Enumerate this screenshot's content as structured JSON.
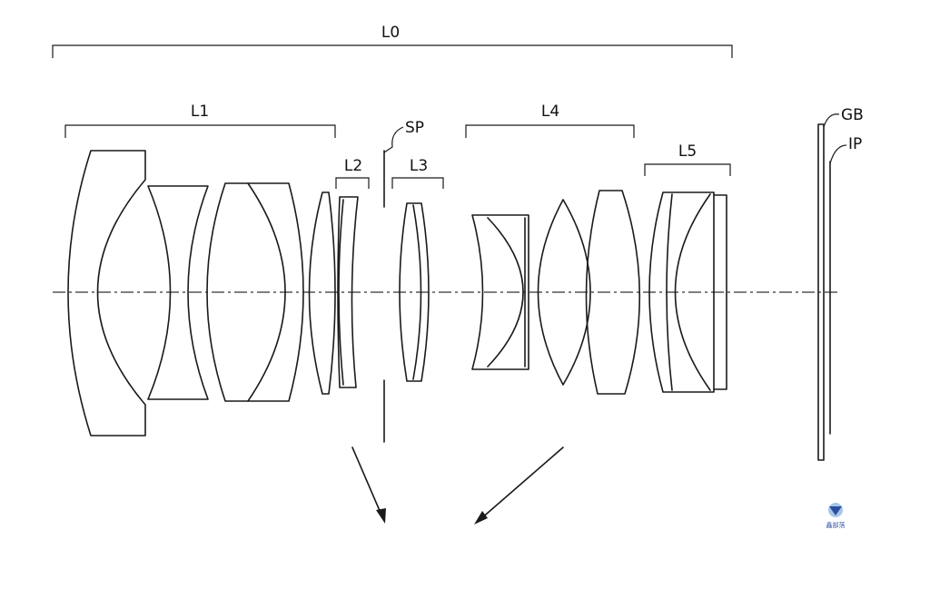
{
  "labels": {
    "l0": "L0",
    "l1": "L1",
    "l2": "L2",
    "sp": "SP",
    "l3": "L3",
    "l4": "L4",
    "l5": "L5",
    "gb": "GB",
    "ip": "IP"
  },
  "watermark": {
    "text": "鑫部落",
    "color": "#3a5aa8"
  }
}
